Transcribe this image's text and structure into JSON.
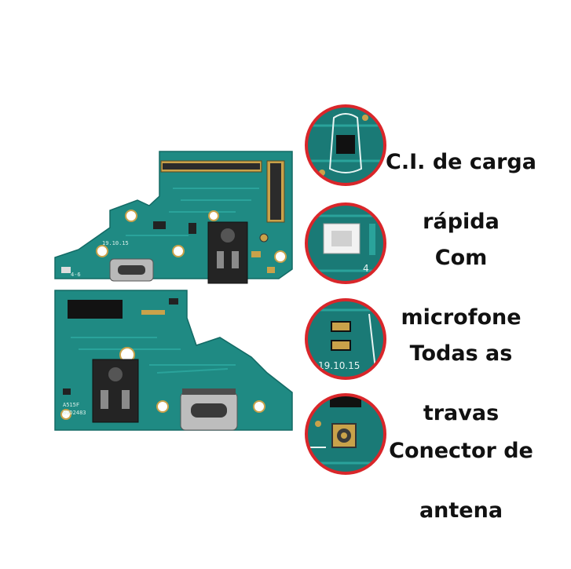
{
  "colors": {
    "pcb_green": "#1f8a83",
    "pcb_dark": "#0f5f5b",
    "circle_border": "#d9262a",
    "text": "#111111"
  },
  "board_top": {
    "silkscreen_date": "19.10.15",
    "silkscreen_model": "4-6"
  },
  "board_bottom": {
    "silkscreen_model": "A515F",
    "silkscreen_code": "BOD2483"
  },
  "features": [
    {
      "icon": "charging-ic-closeup",
      "lines": [
        "C.I. de carga",
        "rápida"
      ]
    },
    {
      "icon": "microphone-closeup",
      "badge": "4",
      "lines": [
        "Com",
        "microfone"
      ]
    },
    {
      "icon": "latches-closeup",
      "badge": "19.10.15",
      "lines": [
        "Todas as",
        "travas"
      ]
    },
    {
      "icon": "antenna-connector-closeup",
      "lines": [
        "Conector de",
        "antena"
      ]
    }
  ]
}
